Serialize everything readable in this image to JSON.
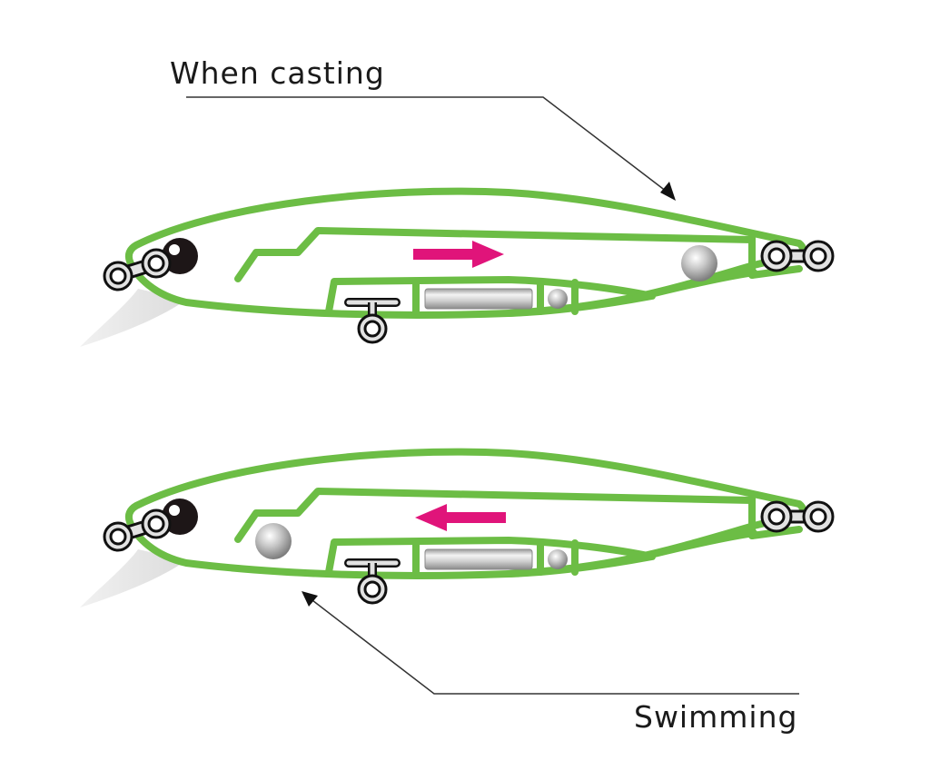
{
  "title": "Weight transfer system diagram",
  "colors": {
    "body_outline": "#6cbd45",
    "direction_arrow": "#e0147a",
    "leader_line": "#333333",
    "text": "#1a1a1a",
    "eye": "#1d1617",
    "lip": "#e6e6e6"
  },
  "states": [
    {
      "label": "When casting",
      "ball_position": "tail",
      "arrow_direction": "right",
      "callout_target": "upper-body-tail"
    },
    {
      "label": "Swimming",
      "ball_position": "head",
      "arrow_direction": "left",
      "callout_target": "lower-body-front"
    }
  ],
  "components": {
    "moving_ball": "sliding weight ball",
    "fixed_weight": "cylindrical fixed weight",
    "small_ball": "small fixed ball",
    "line_tie": "nose line-tie rings",
    "belly_hook_eye": "belly hook eye",
    "tail_hook_eye": "tail hook eye rings",
    "lip": "diving lip",
    "eye": "lure eye"
  }
}
